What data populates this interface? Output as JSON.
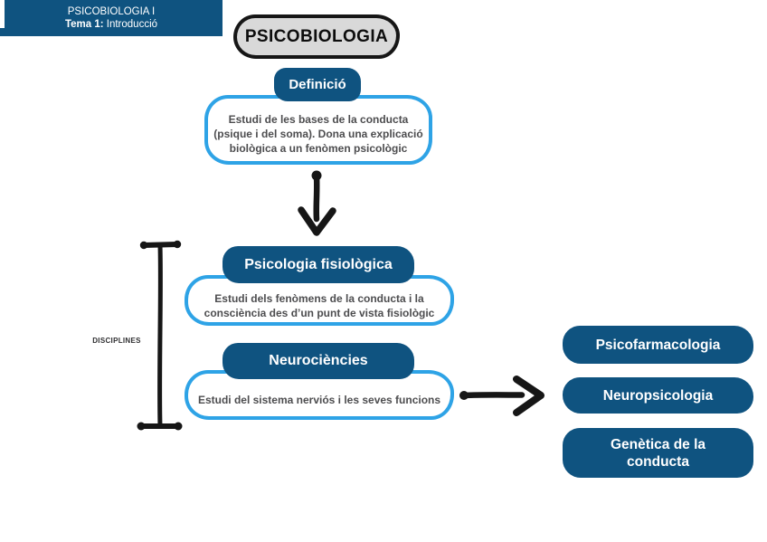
{
  "colors": {
    "dark_blue": "#0F5380",
    "light_blue": "#2EA3E6",
    "title_grey": "#D9D9D9",
    "ink_black": "#161616",
    "text_grey": "#4D4D4F"
  },
  "header": {
    "line1": "PSICOBIOLOGIA I",
    "line2_bold": "Tema 1:",
    "line2_rest": " Introducció"
  },
  "title": {
    "label": "PSICOBIOLOGIA"
  },
  "definicio": {
    "label": "Definició",
    "lines": [
      "Estudi de les bases de la conducta",
      "(psique i del soma). Dona una explicació",
      "biològica a un fenòmen psicològic"
    ]
  },
  "disciplines": {
    "label": "DISCIPLINES",
    "items": [
      {
        "title": "Psicologia fisiològica",
        "lines": [
          "Estudi dels fenòmens de la conducta i la",
          "consciència des d’un punt de vista fisiològic"
        ]
      },
      {
        "title": "Neurociències",
        "lines": [
          "Estudi del sistema nerviós i les seves funcions"
        ]
      }
    ]
  },
  "related": {
    "items": [
      {
        "label": "Psicofarmacologia"
      },
      {
        "label": "Neuropsicologia"
      },
      {
        "label": "Genètica de la conducta"
      }
    ]
  }
}
